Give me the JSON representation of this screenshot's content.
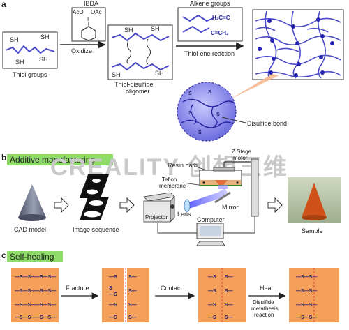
{
  "panels": {
    "a": "a",
    "b": "b",
    "c": "c"
  },
  "section_a": {
    "thiol_groups_label": "Thiol groups",
    "sh_labels": [
      "SH",
      "SH",
      "SH",
      "SH"
    ],
    "ibda_label": "IBDA",
    "aco_label": "AcO",
    "oac_label": "OAc",
    "iodine_label": "I",
    "oxidize_label": "Oxidize",
    "oligomer_sh_labels": [
      "SH",
      "SH",
      "SH",
      "SH"
    ],
    "oligomer_label_line1": "Thiol-disulfide",
    "oligomer_label_line2": "oligomer",
    "alkene_groups_label": "Alkene groups",
    "alkene_formula_1": "H₂C=C",
    "alkene_formula_2": "C=CH₂",
    "thiolene_label": "Thiol-ene reaction",
    "disulfide_bond_label": "Disulfide bond"
  },
  "section_b": {
    "title": "Additive manufacturing",
    "watermark": "CREALITY 创想三维",
    "cad_label": "CAD model",
    "image_seq_label": "Image sequence",
    "resin_bath_label": "Resin bath",
    "teflon_label_line1": "Teflon",
    "teflon_label_line2": "membrane",
    "zstage_label_line1": "Z Stage",
    "zstage_label_line2": "motor",
    "lens_label": "Lens",
    "mirror_label": "Mirror",
    "projector_label": "Projector",
    "computer_label": "Computer",
    "sample_label": "Sample"
  },
  "section_c": {
    "title": "Self-healing",
    "fracture_label": "Fracture",
    "contact_label": "Contact",
    "heal_label": "Heal",
    "metathesis_line1": "Disulfide",
    "metathesis_line2": "metathesis",
    "metathesis_line3": "reaction",
    "bond_full": "—S—S—",
    "bond_left": "—S",
    "bond_right": "S—",
    "bond_s": "S"
  },
  "colors": {
    "orange": "#f5a05a",
    "green_header": "#8fdc6a",
    "network": "#4b4bc8",
    "node": "#2424b0",
    "sphere": "#8a8ae8",
    "red_dash": "#e84040"
  }
}
